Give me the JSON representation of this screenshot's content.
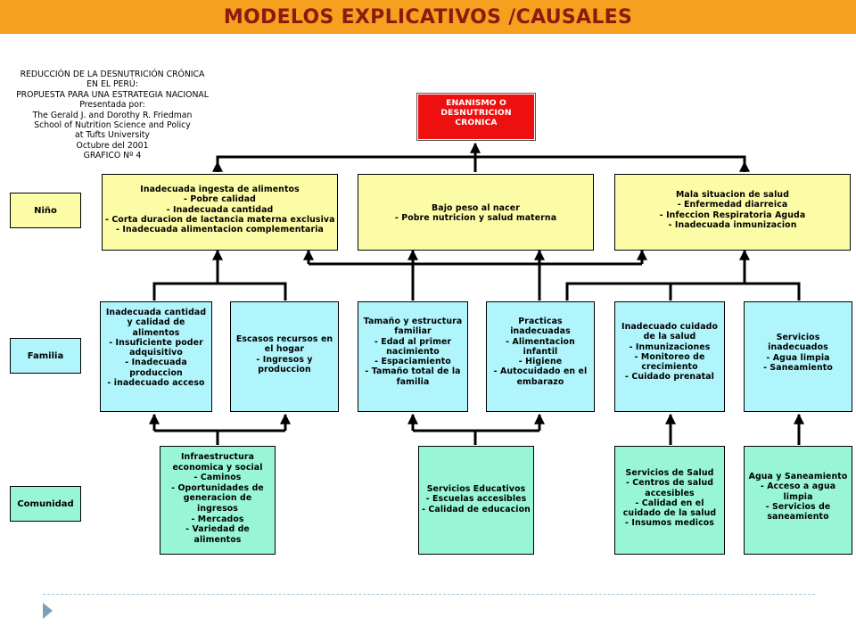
{
  "title": "MODELOS EXPLICATIVOS /CAUSALES",
  "source": [
    "REDUCCIÓN DE LA DESNUTRICIÓN CRÓNICA",
    "EN EL PERÚ:",
    "PROPUESTA PARA UNA ESTRATEGIA NACIONAL",
    "Presentada por:",
    "The Gerald J. and Dorothy R. Friedman",
    "School of Nutrition Science and Policy",
    "at Tufts University",
    "Octubre del 2001",
    "GRAFICO Nº 4"
  ],
  "levels": {
    "nino": "Niño",
    "familia": "Familia",
    "comunidad": "Comunidad"
  },
  "outcome": [
    "ENANISMO O",
    "DESNUTRICION",
    "CRONICA"
  ],
  "nino_boxes": [
    [
      "Inadecuada ingesta de alimentos",
      "- Pobre calidad",
      "- Inadecuada cantidad",
      "- Corta duracion de lactancia materna exclusiva",
      "- Inadecuada alimentacion complementaria"
    ],
    [
      "Bajo peso al nacer",
      "- Pobre nutricion y salud materna"
    ],
    [
      "Mala situacion de salud",
      "- Enfermedad diarreica",
      "- Infeccion Respiratoria Aguda",
      "- Inadecuada inmunizacion"
    ]
  ],
  "familia_boxes": [
    [
      "Inadecuada cantidad",
      "y calidad de",
      "alimentos",
      "- Insuficiente poder",
      "adquisitivo",
      "- Inadecuada",
      "produccion",
      "- inadecuado acceso"
    ],
    [
      "Escasos recursos en",
      "el hogar",
      "- Ingresos y",
      "produccion"
    ],
    [
      "Tamaño y estructura",
      "familiar",
      "- Edad al primer",
      "nacimiento",
      "- Espaciamiento",
      "- Tamaño total de la",
      "familia"
    ],
    [
      "Practicas",
      "inadecuadas",
      "- Alimentacion",
      "infantil",
      "- Higiene",
      "- Autocuidado en el",
      "embarazo"
    ],
    [
      "Inadecuado cuidado",
      "de la salud",
      "- Inmunizaciones",
      "- Monitoreo de",
      "crecimiento",
      "- Cuidado prenatal"
    ],
    [
      "Servicios",
      "inadecuados",
      "- Agua limpia",
      "- Saneamiento"
    ]
  ],
  "comunidad_boxes": [
    [
      "Infraestructura",
      "economica y social",
      "- Caminos",
      "- Oportunidades de",
      "generacion de",
      "ingresos",
      "- Mercados",
      "- Variedad de",
      "alimentos"
    ],
    [
      "Servicios Educativos",
      "- Escuelas accesibles",
      "- Calidad de educacion"
    ],
    [
      "Servicios de Salud",
      "- Centros de salud",
      "accesibles",
      "- Calidad en el",
      "cuidado de la salud",
      "- Insumos medicos"
    ],
    [
      "Agua y Saneamiento",
      "- Acceso a agua",
      "limpia",
      "- Servicios de",
      "saneamiento"
    ]
  ],
  "colors": {
    "title_bar": "#f5a01e",
    "title_text": "#8b1a10",
    "outcome": "#ee0f0f",
    "nino": "#fdfca6",
    "familia": "#b0f5fb",
    "comunidad": "#98f6d6"
  }
}
